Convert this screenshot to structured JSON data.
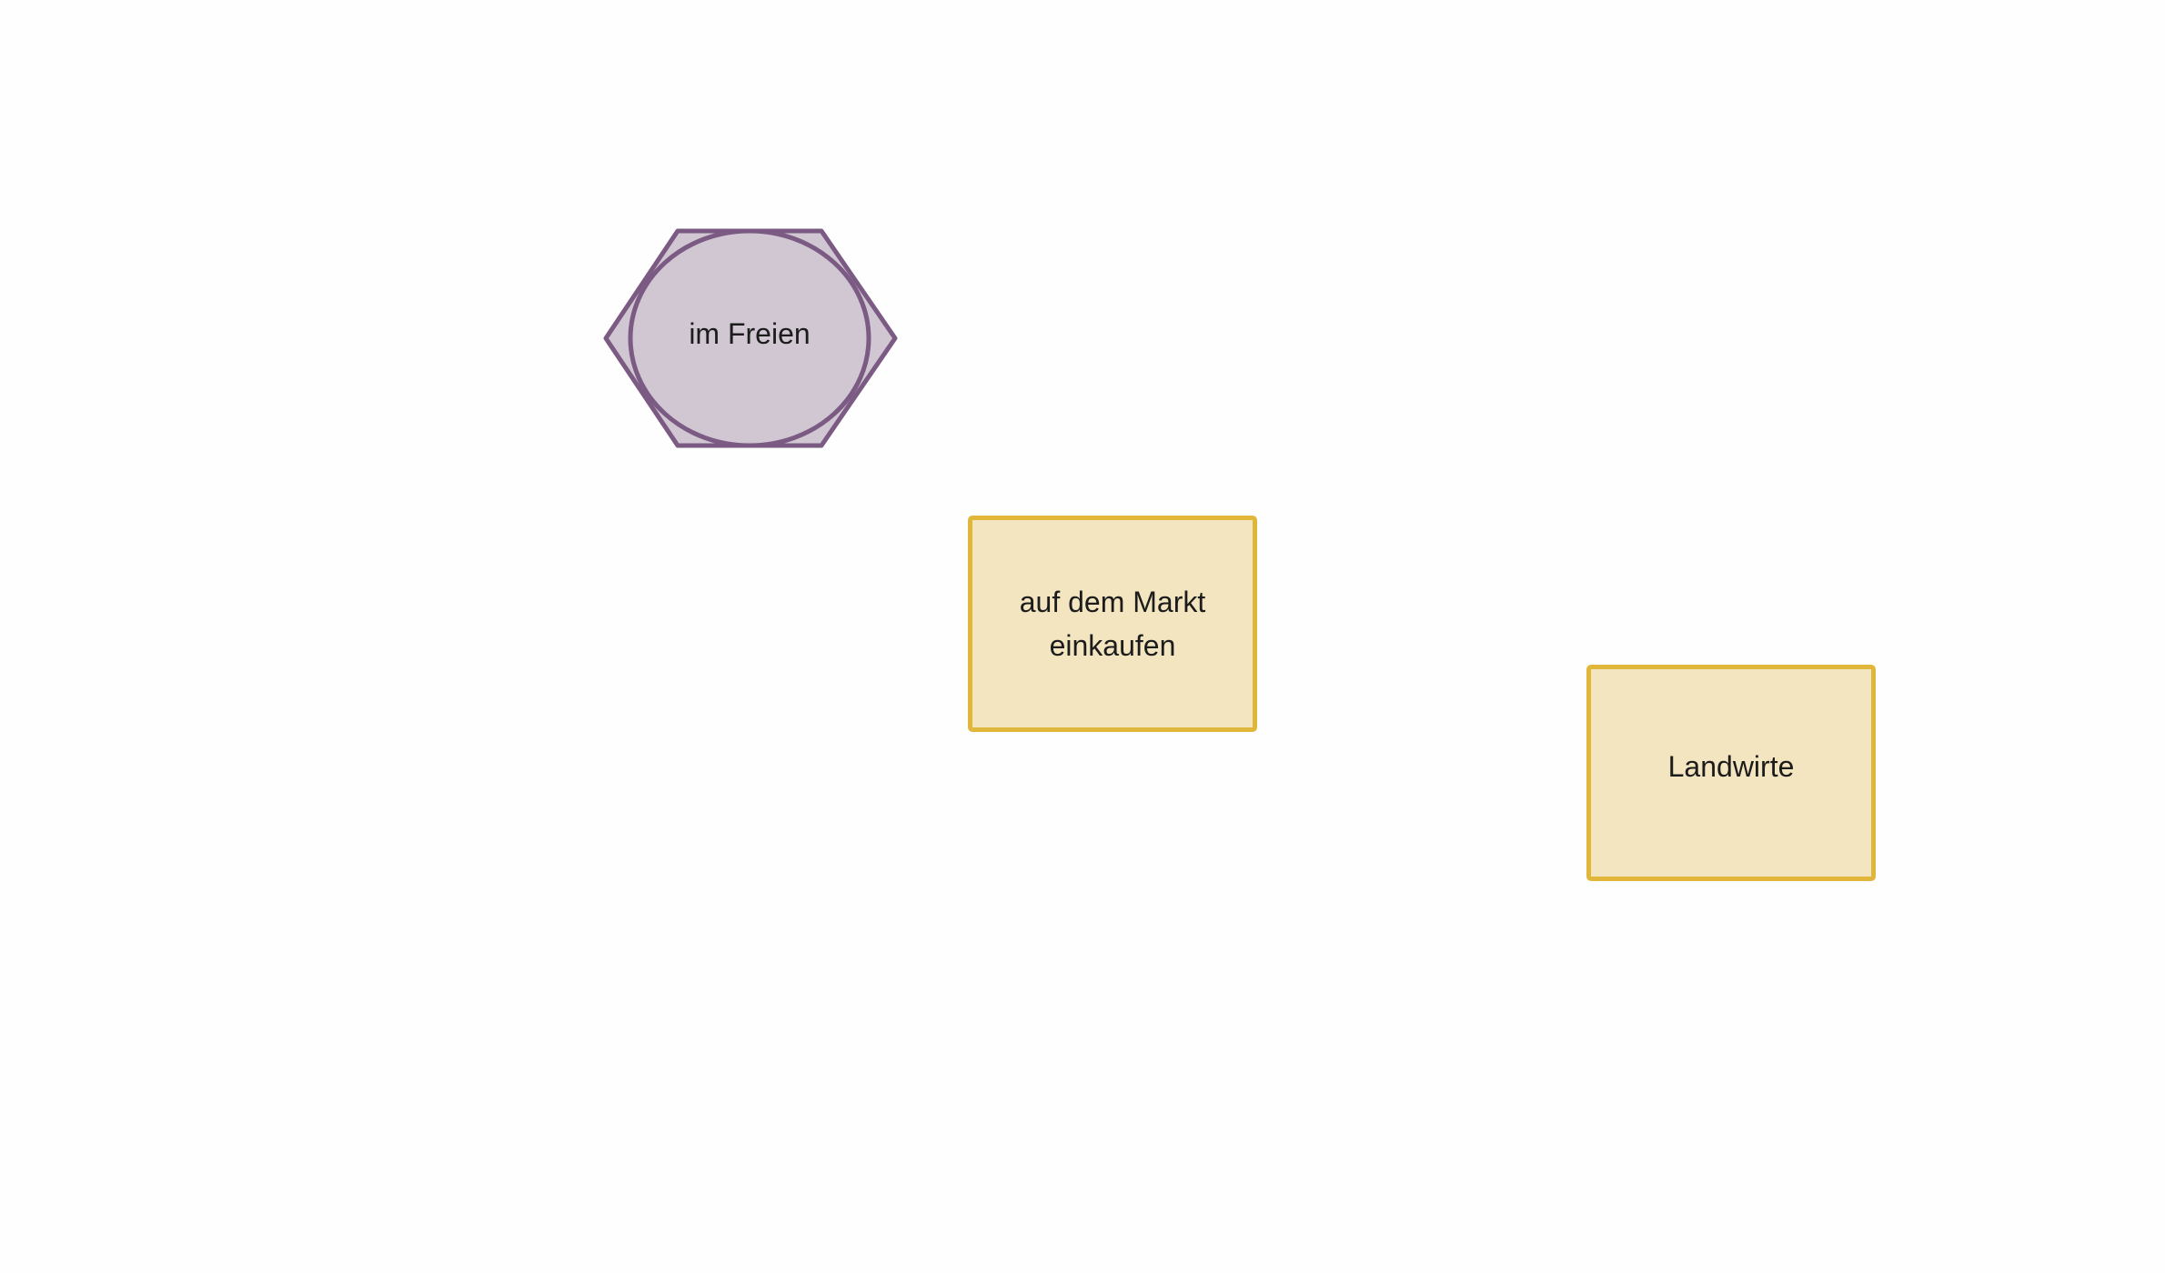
{
  "colors": {
    "background": "#fefefe",
    "hexagon_fill": "#d1c7d3",
    "hexagon_stroke": "#7b5a83",
    "box_fill": "#f2e5bf",
    "box_stroke": "#e0b73b",
    "text": "#1c1c1c"
  },
  "nodes": {
    "im_freien": {
      "shape": "hexagon-with-ellipse",
      "label": "im Freien"
    },
    "markt": {
      "shape": "rectangle",
      "label": "auf dem Markt\neinkaufen"
    },
    "landwirte": {
      "shape": "rectangle",
      "label": "Landwirte"
    }
  }
}
